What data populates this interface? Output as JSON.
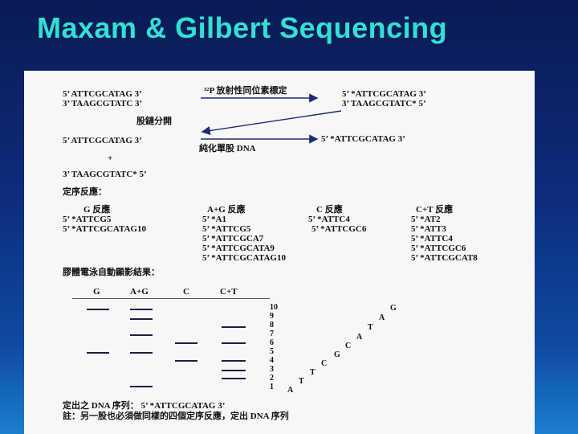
{
  "title": "Maxam & Gilbert Sequencing",
  "figure": {
    "labeling": {
      "strand1_left": "5’  ATTCGCATAG   3’",
      "strand2_left": "3’  TAAGCGTATC   3’",
      "label_step": "³²P  放射性同位素標定",
      "strand1_right": "5’ *ATTCGCATAG   3’",
      "strand2_right": "3’   TAAGCGTATC* 5’"
    },
    "separation": {
      "step": "股鏈分開",
      "strand_top": "5’  ATTCGCATAG   3’",
      "purify_step": "純化單股 DNA",
      "strand_right": "5’ *ATTCGCATAG   3’",
      "plus": "+",
      "strand_bottom": "3’   TAAGCGTATC* 5’"
    },
    "reactions_heading": "定序反應：",
    "reactions": [
      {
        "header": "G 反應",
        "lines": [
          "5’ *ATTCG5",
          "5’ *ATTCGCATAG10"
        ]
      },
      {
        "header": "A+G 反應",
        "lines": [
          "5’ *A1",
          "5’ *ATTCG5",
          "5’ *ATTCGCA7",
          "5’ *ATTCGCATA9",
          "5’ *ATTCGCATAG10"
        ]
      },
      {
        "header": "C 反應",
        "lines": [
          "5’ *ATTC4",
          "5’ *ATTCGC6"
        ]
      },
      {
        "header": "C+T 反應",
        "lines": [
          "5’ *AT2",
          "5’ *ATT3",
          "5’ *ATTC4",
          "5’ *ATTCGC6",
          "5’ *ATTCGCAT8"
        ]
      }
    ],
    "gel": {
      "heading": "膠體電泳自動顯影結果：",
      "lanes": [
        "G",
        "A+G",
        "C",
        "C+T"
      ],
      "sizes": [
        "10",
        "9",
        "8",
        "7",
        "6",
        "5",
        "4",
        "3",
        "2",
        "1"
      ],
      "read_bases": [
        "G",
        "A",
        "T",
        "A",
        "C",
        "G",
        "C",
        "T",
        "T",
        "A"
      ]
    },
    "result": "定出之 DNA 序列：   5’ *ATTCGCATAG   3’",
    "note": "註：另一股也必須做同樣的四個定序反應，定出 DNA 序列"
  }
}
